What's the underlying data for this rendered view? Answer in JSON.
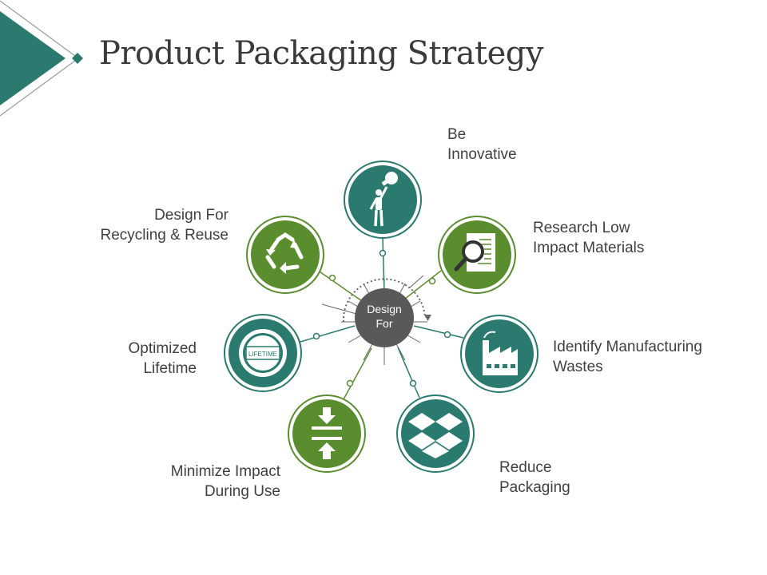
{
  "title": "Product Packaging Strategy",
  "center": {
    "line1": "Design",
    "line2": "For"
  },
  "colors": {
    "teal": "#2a7a6f",
    "green": "#5a8d2e",
    "hub": "#595959"
  },
  "items": [
    {
      "line1": "Be",
      "line2": "Innovative",
      "icon": "person-holding-lightbulb-icon",
      "color": "teal"
    },
    {
      "line1": "Research Low",
      "line2": "Impact Materials",
      "icon": "magnifier-document-icon",
      "color": "green"
    },
    {
      "line1": "Identify Manufacturing",
      "line2": "Wastes",
      "icon": "factory-icon",
      "color": "teal"
    },
    {
      "line1": "Reduce",
      "line2": "Packaging",
      "icon": "box-icon",
      "color": "teal"
    },
    {
      "line1": "Minimize Impact",
      "line2": "During Use",
      "icon": "compress-arrows-icon",
      "color": "green"
    },
    {
      "line1": "Optimized",
      "line2": "Lifetime",
      "icon": "lifetime-badge-icon",
      "badge": "LIFETIME",
      "color": "teal"
    },
    {
      "line1": "Design For",
      "line2": "Recycling & Reuse",
      "icon": "recycle-icon",
      "color": "green"
    }
  ]
}
